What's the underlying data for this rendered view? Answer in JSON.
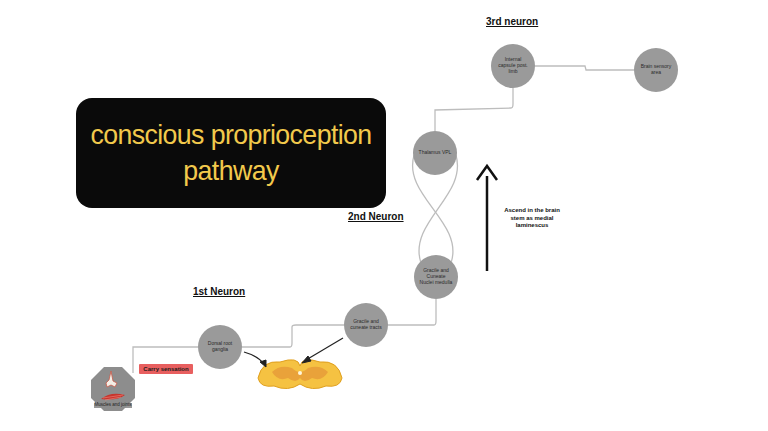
{
  "diagram": {
    "title": "conscious proprioception pathway",
    "nodes": [
      {
        "text": [
          "Muscles and joints"
        ]
      },
      {
        "text": [
          "Carry sensation"
        ]
      },
      {
        "text": [
          "Dorsal root ganglia"
        ]
      },
      {
        "text": [
          "Gracile and cuneate tracts"
        ]
      },
      {
        "text": [
          "Gracile and Cuneate Nuclei medulla"
        ]
      },
      {
        "text": [
          "Thalamus VPL"
        ]
      },
      {
        "text": [
          "Internal capsule post. limb"
        ]
      },
      {
        "text": [
          "Brain sensory area"
        ]
      }
    ],
    "edges": [
      {
        "from": 0,
        "to": 2,
        "arrow": "none"
      },
      {
        "from": 2,
        "to": 3,
        "arrow": "none"
      },
      {
        "from": 3,
        "to": 4,
        "arrow": "none"
      },
      {
        "from": 4,
        "to": 5,
        "arrow": "none"
      },
      {
        "from": 5,
        "to": 6,
        "arrow": "none"
      },
      {
        "from": 6,
        "to": 7,
        "arrow": "none"
      }
    ],
    "labels": [
      "3rd neuron",
      "2nd Neuron",
      "1st Neuron",
      "Ascend in the brain stem as medial laminescus"
    ]
  }
}
